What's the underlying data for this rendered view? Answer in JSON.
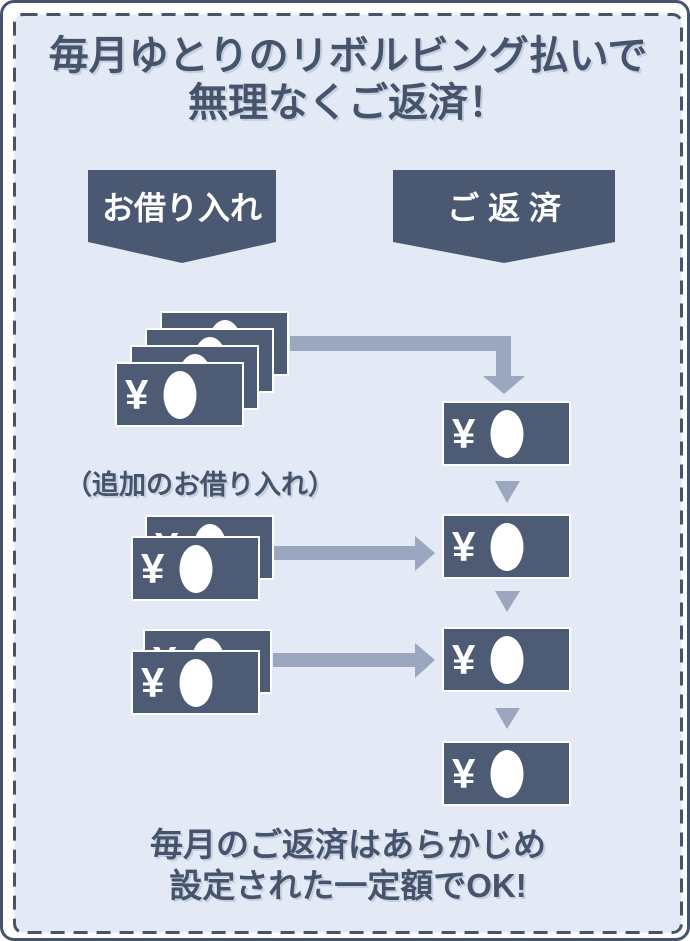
{
  "title": {
    "line1": "毎月ゆとりのリボルビング払いで",
    "line2": "無理なくご返済！"
  },
  "labels": {
    "borrow_banner": "お借り入れ",
    "repay_banner": "ご 返 済",
    "additional_borrow_note": "（追加のお借り入れ）"
  },
  "footer": {
    "line1": "毎月のご返済はあらかじめ",
    "line2": "設定された一定額でOK!"
  },
  "bill": {
    "currency_symbol": "¥"
  },
  "diagram": {
    "borrow_stacks": [
      {
        "name": "initial-borrowing",
        "bill_count": 4
      },
      {
        "name": "additional-borrowing-1",
        "bill_count": 2
      },
      {
        "name": "additional-borrowing-2",
        "bill_count": 2
      }
    ],
    "repayment_bill_count": 4
  },
  "colors": {
    "navy": "#4b5871",
    "bill_fill": "#4e5b74",
    "text": "#47536b",
    "arrow": "#9ba7bf",
    "panel_background": "#e3eaf6",
    "frame_border": "#47536b"
  }
}
